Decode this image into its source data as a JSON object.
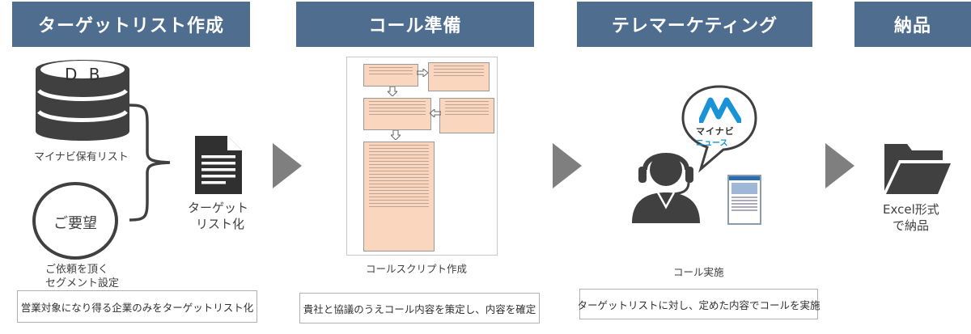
{
  "headers": [
    "ターゲットリスト作成",
    "コール準備",
    "テレマーケティング",
    "納品"
  ],
  "step1": {
    "db_label": "D B",
    "db_caption": "マイナビ保有リスト",
    "request_circle_label": "ご要望",
    "request_caption_line1": "ご依頼を頂く",
    "request_caption_line2": "セグメント設定",
    "doc_label_line1": "ターゲット",
    "doc_label_line2": "リスト化",
    "note": "営業対象になり得る企業のみをターゲットリスト化"
  },
  "step2": {
    "doc_caption": "コールスクリプト作成",
    "note": "貴社と協議のうえコール内容を策定し、内容を確定"
  },
  "step3": {
    "logo_line1": "マイナビ",
    "logo_line2": "ニュース",
    "caption": "コール実施",
    "note": "ターゲットリストに対し、定めた内容でコールを実施"
  },
  "step4": {
    "label_line1": "Excel形式",
    "label_line2": "で納品"
  },
  "colors": {
    "header_bg": "#4f6e8f",
    "arrow": "#7f7f7f",
    "icon": "#404040",
    "script_block": "#fbd6bf",
    "logo_blue": "#1a93d6"
  }
}
